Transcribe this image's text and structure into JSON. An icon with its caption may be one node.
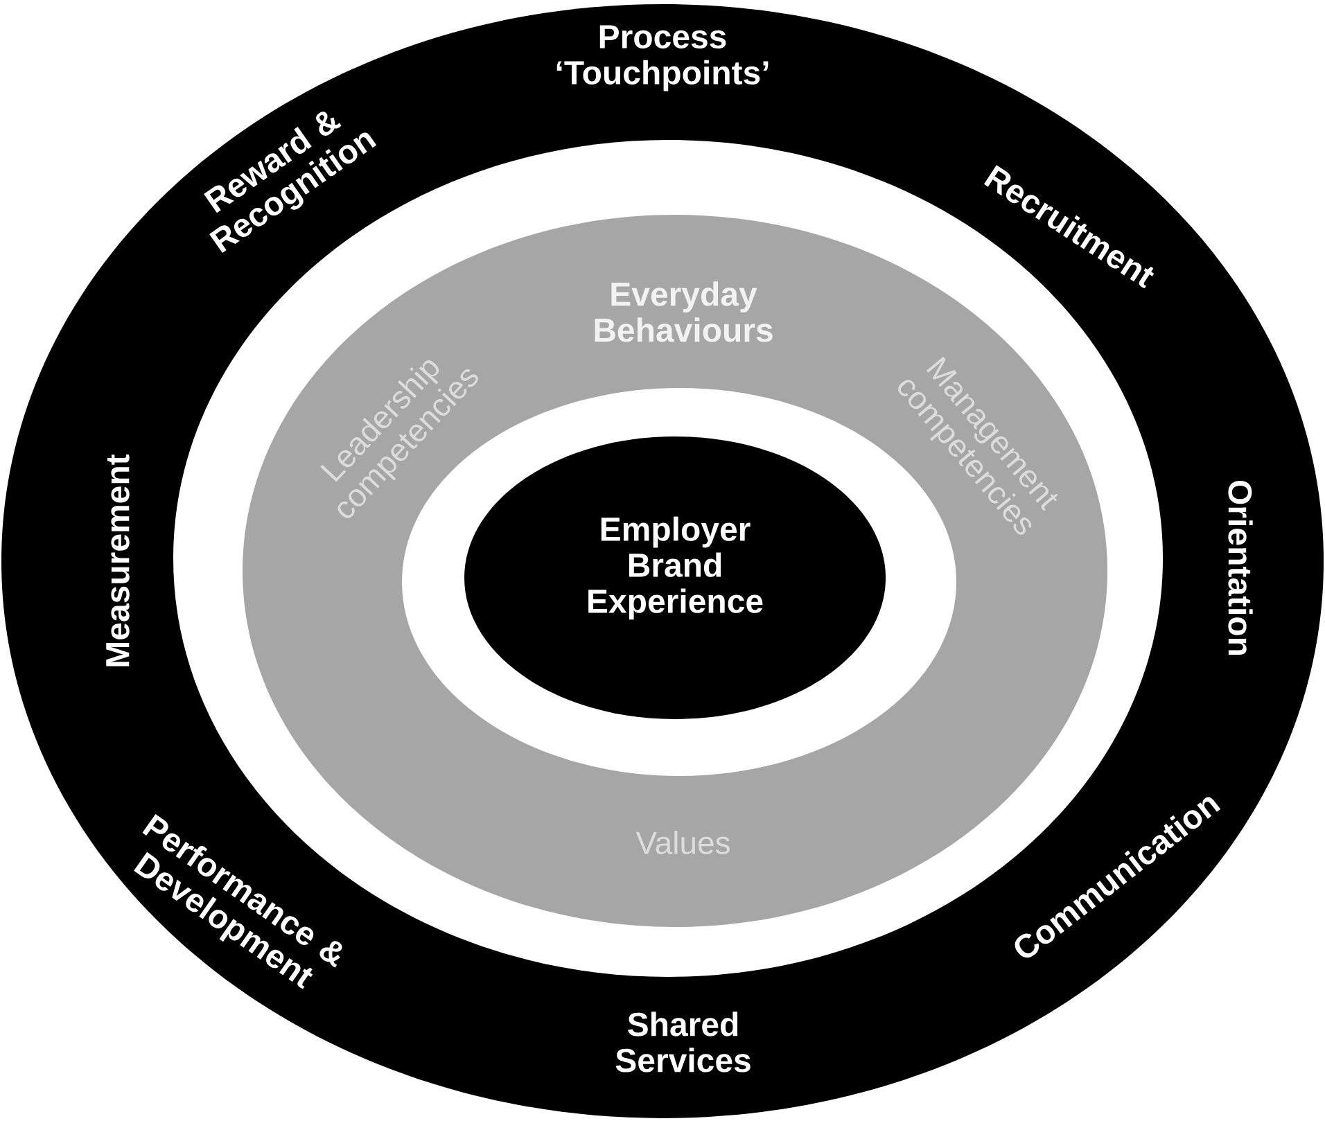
{
  "diagram": {
    "nodes": [
      {
        "text": [
          "Process ‘Touchpoints’",
          "Recruitment",
          "Orientation",
          "Communication",
          "Shared Services",
          "Performance & Development",
          "Measurement",
          "Reward & Recognition"
        ]
      },
      {
        "text": [
          "Everyday Behaviours",
          "Management competencies",
          "Values",
          "Leadership competencies"
        ],
        "in": 0
      },
      {
        "text": [
          "Employer Brand Experience"
        ],
        "in": 1
      }
    ]
  }
}
